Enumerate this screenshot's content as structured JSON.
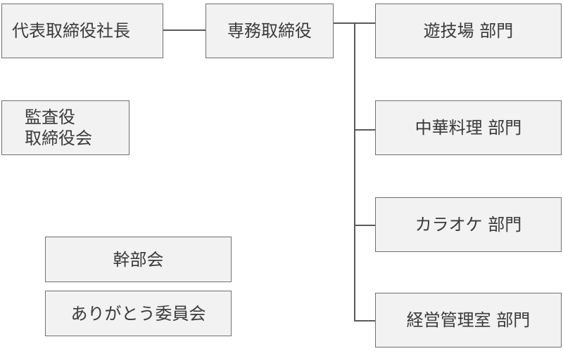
{
  "org_chart": {
    "president": "代表取締役社長",
    "managing_director": "専務取締役",
    "auditor": {
      "line1": "監査役",
      "line2": "取締役会"
    },
    "executive_meeting": "幹部会",
    "thanks_committee": "ありがとう委員会",
    "departments": [
      {
        "label": "遊技場 部門"
      },
      {
        "label": "中華料理 部門"
      },
      {
        "label": "カラオケ 部門"
      },
      {
        "label": "経営管理室 部門"
      }
    ]
  }
}
